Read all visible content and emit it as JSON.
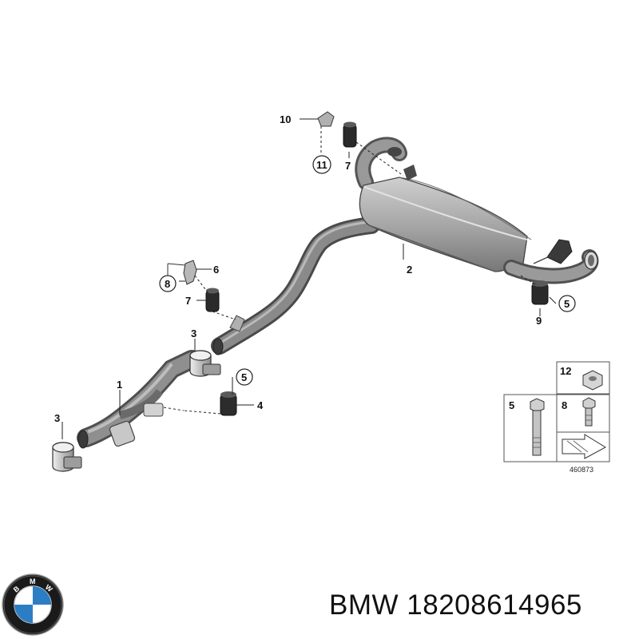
{
  "diagram": {
    "callouts": {
      "c1": "1",
      "c2": "2",
      "c3a": "3",
      "c3b": "3",
      "c4": "4",
      "c5a": "5",
      "c5b": "5",
      "c6": "6",
      "c7a": "7",
      "c7b": "7",
      "c8": "8",
      "c9": "9",
      "c10": "10",
      "c11": "11"
    },
    "legend": {
      "item12": "12",
      "item5": "5",
      "item8": "8",
      "reference": "460873"
    }
  },
  "brand": {
    "name": "BMW",
    "part_number": "18208614965",
    "logo_letters": [
      "B",
      "M",
      "W"
    ]
  },
  "colors": {
    "pipe": "#8c8c8c",
    "pipe_dark": "#5e5e5e",
    "muffler": "#a9a9a9",
    "rubber": "#2a2a2a",
    "logo_blue": "#2c7ec4",
    "logo_ring": "#1a1a1a"
  }
}
